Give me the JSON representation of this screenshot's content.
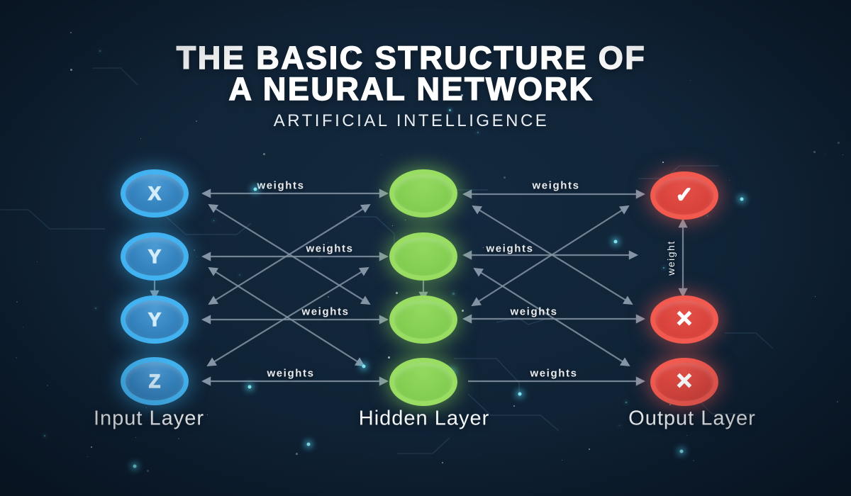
{
  "header": {
    "title_line1": "THE BASIC STRUCTURE OF",
    "title_line2": "A NEURAL NETWORK",
    "subtitle": "ARTIFICIAL INTELLIGENCE"
  },
  "layers": {
    "input": {
      "caption": "Input Layer",
      "nodes": [
        {
          "label": "X"
        },
        {
          "label": "Y"
        },
        {
          "label": "Y"
        },
        {
          "label": "Z"
        }
      ]
    },
    "hidden": {
      "caption": "Hidden Layer",
      "nodes": [
        {
          "label": ""
        },
        {
          "label": ""
        },
        {
          "label": ""
        },
        {
          "label": ""
        }
      ]
    },
    "output": {
      "caption": "Output Layer",
      "nodes": [
        {
          "label": "✓"
        },
        {
          "label": "✕"
        },
        {
          "label": "✕"
        }
      ]
    }
  },
  "edge_labels": {
    "input_hidden": [
      "weights",
      "weights",
      "weights",
      "weights"
    ],
    "hidden_output": [
      "weights",
      "weights",
      "weights",
      "weights"
    ],
    "output_vertical": "weight"
  },
  "colors": {
    "background": "#102336",
    "input_node": "#42b3f0",
    "hidden_node": "#99dd62",
    "output_node": "#f25a50",
    "arrow": "#8494a5",
    "text": "#ffffff"
  }
}
